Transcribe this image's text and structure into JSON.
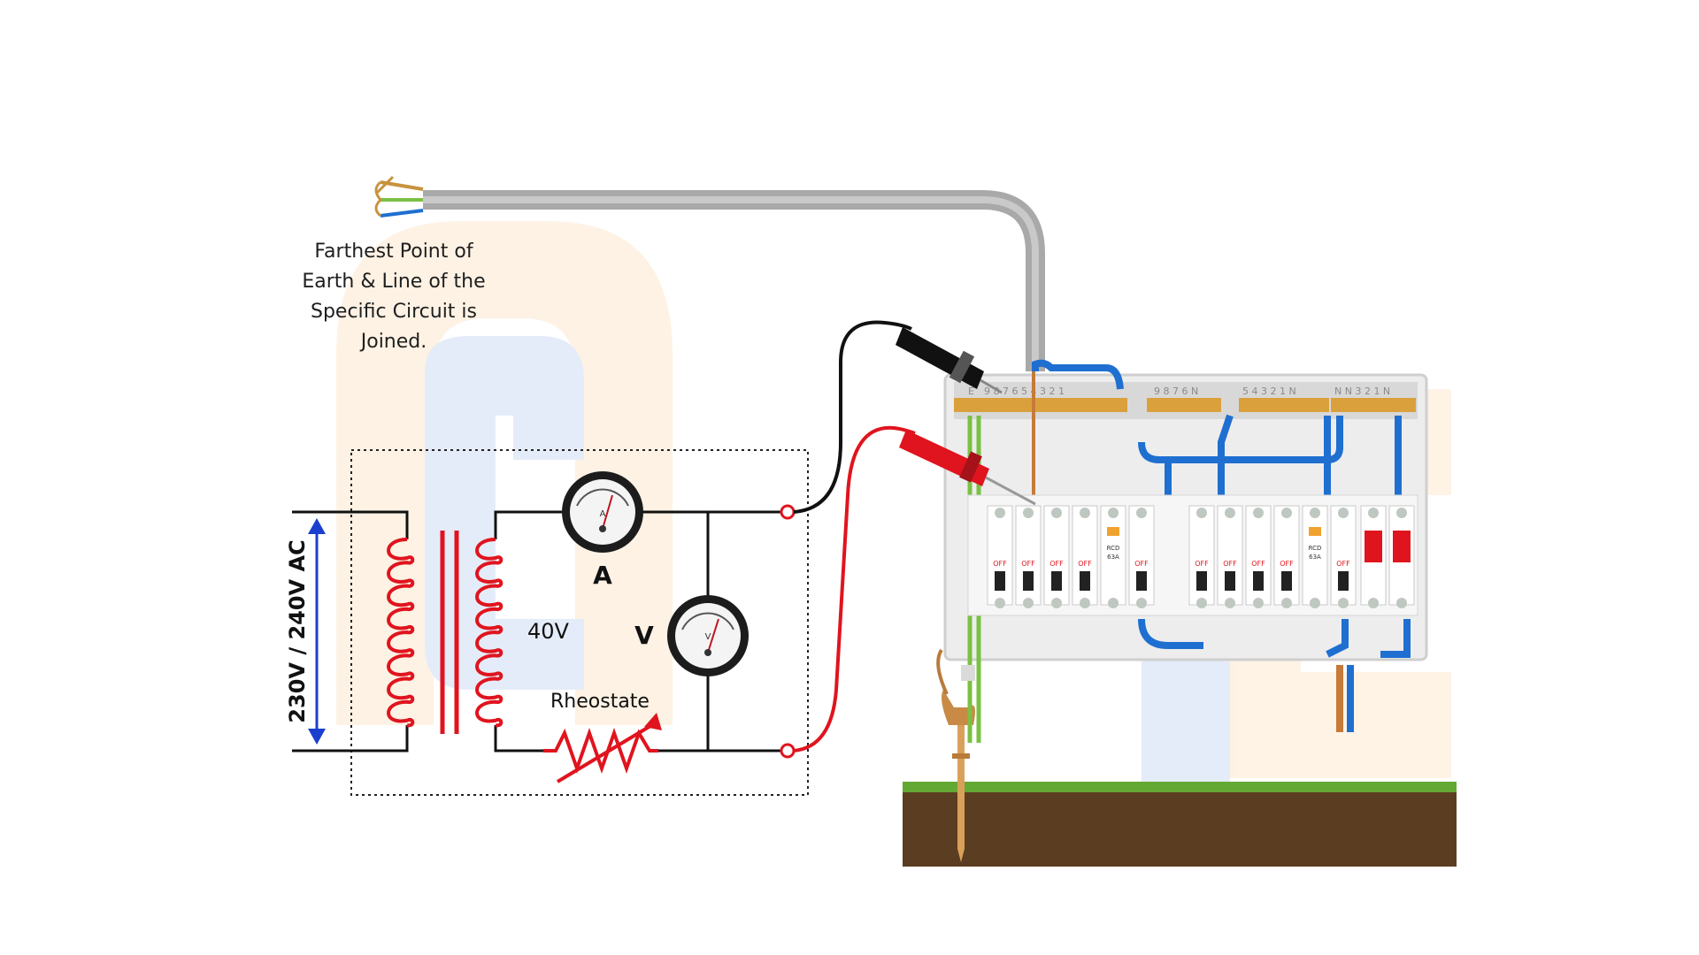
{
  "caption": {
    "lines": [
      "Farthest Point of",
      "Earth & Line of the",
      "Specific Circuit is",
      "Joined."
    ]
  },
  "labels": {
    "supply": "230V / 240V AC",
    "secondary": "40V",
    "ammeter_letter": "A",
    "voltmeter_letter": "V",
    "ammeter_dial": "A",
    "voltmeter_dial": "V",
    "rheostat": "Rheostate"
  },
  "board": {
    "busbar_earth": "E",
    "busbar_group1": "9 8 7 6 5 4 3 2 1",
    "busbar_group2": "9 8 7 6 N",
    "busbar_group3": "5 4 3 2 1 N",
    "busbar_group4": "N N 3 2 1 N",
    "breaker_state": "OFF",
    "rcd_label": "RCD",
    "rcd_rating": "63A"
  },
  "colors": {
    "coil": "#e0141e",
    "probe_red": "#e0141e",
    "probe_black": "#111111",
    "earth_green": "#7bc043",
    "neutral_blue": "#1f6fd1",
    "cable_grey": "#a9a9a9",
    "arrow_blue": "#1a3fcf",
    "ground_green": "#63a833",
    "ground_brown": "#5b3e22"
  }
}
